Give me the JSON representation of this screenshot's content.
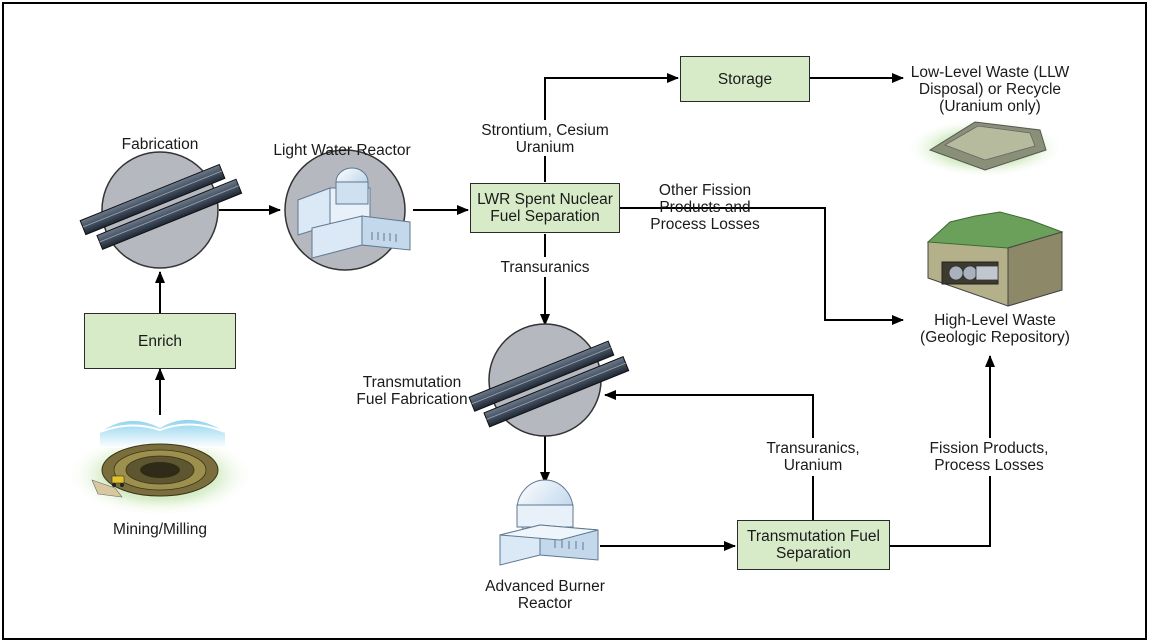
{
  "colors": {
    "box_fill": "#d7ebc9",
    "box_border": "#2b2b2b",
    "arrow": "#000000",
    "glow": "#c9e6b3"
  },
  "boxes": {
    "storage": "Storage",
    "enrich": "Enrich",
    "lwr_separation": [
      "LWR Spent Nuclear",
      "Fuel Separation"
    ],
    "transmutation_separation": [
      "Transmutation Fuel",
      "Separation"
    ]
  },
  "labels": {
    "fabrication": "Fabrication",
    "light_water_reactor": "Light Water Reactor",
    "low_level_waste": [
      "Low-Level Waste (LLW",
      "Disposal) or Recycle",
      "(Uranium only)"
    ],
    "strontium_cesium": [
      "Strontium, Cesium",
      "Uranium"
    ],
    "other_fission": [
      "Other Fission",
      "Products and",
      "Process Losses"
    ],
    "transuranics": "Transuranics",
    "high_level_waste": [
      "High-Level Waste",
      "(Geologic Repository)"
    ],
    "transmutation_fuel_fab": [
      "Transmutation",
      "Fuel Fabrication"
    ],
    "transuranics_uranium": [
      "Transuranics,",
      "Uranium"
    ],
    "fission_products": [
      "Fission Products,",
      "Process Losses"
    ],
    "mining_milling": "Mining/Milling",
    "advanced_burner": [
      "Advanced Burner",
      "Reactor"
    ]
  },
  "icons": {
    "fabrication": "fuel-assembly-icon",
    "reactor": "light-water-reactor-icon",
    "llw": "llw-disposal-site-icon",
    "hlw": "geologic-repository-icon",
    "transmutation": "fuel-assembly-icon",
    "mine": "open-pit-mine-icon",
    "burner": "advanced-burner-reactor-icon"
  }
}
